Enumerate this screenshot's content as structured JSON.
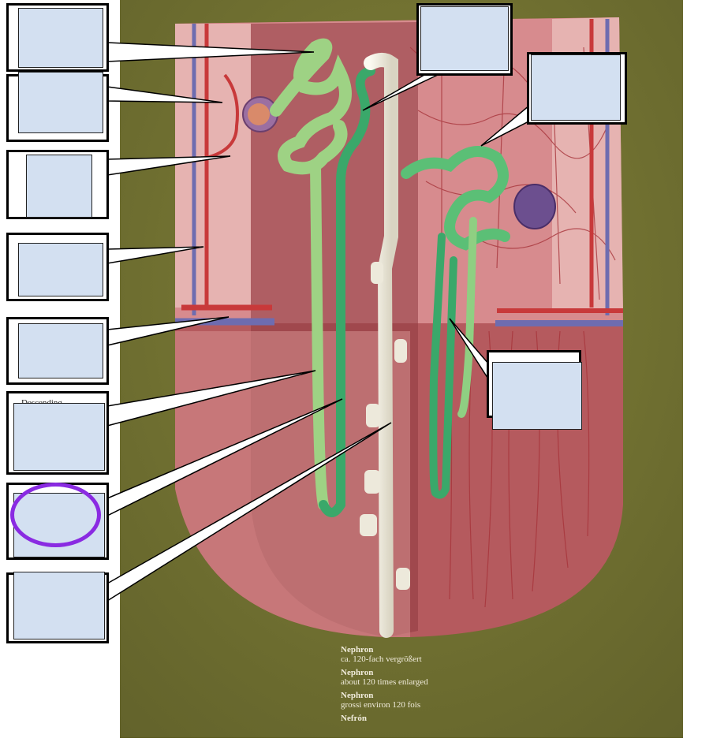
{
  "caption": [
    {
      "name": "Nephron",
      "desc": "ca. 120-fach vergrößert"
    },
    {
      "name": "Nephron",
      "desc": "about 120 times enlarged"
    },
    {
      "name": "Nephron",
      "desc": "grossi environ 120 fois"
    },
    {
      "name": "Nefrón",
      "desc": ""
    }
  ],
  "partial_label": "Descending",
  "colors": {
    "background_green": "#7a7a34",
    "tissue_pink": "#e3a8a8",
    "tissue_dark": "#9a4448",
    "tubule_light_green": "#9ed284",
    "tubule_dark_green": "#3aa86a",
    "collecting_duct": "#f1eee2",
    "artery_red": "#cc3b3b",
    "vein_purple": "#7a74b8",
    "label_box_fill": "#d3e0f1",
    "highlight": "#8a2be2"
  }
}
